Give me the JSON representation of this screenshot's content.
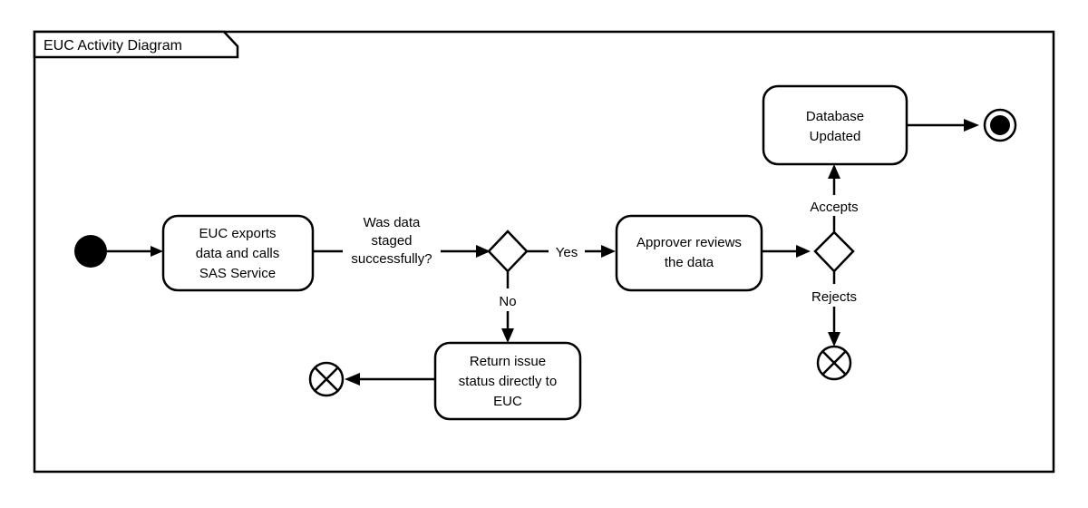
{
  "frame": {
    "title": "EUC Activity Diagram",
    "border_color": "#000000",
    "background_color": "#ffffff"
  },
  "diagram": {
    "type": "uml-activity-diagram",
    "nodes": [
      {
        "id": "start",
        "kind": "initial-node",
        "label": ""
      },
      {
        "id": "euc_export",
        "kind": "action",
        "label_lines": [
          "EUC exports",
          "data and calls",
          "SAS Service"
        ]
      },
      {
        "id": "staged_decision",
        "kind": "decision",
        "label_lines": [
          "Was data",
          "staged",
          "successfully?"
        ]
      },
      {
        "id": "approver_review",
        "kind": "action",
        "label_lines": [
          "Approver reviews",
          "the data"
        ]
      },
      {
        "id": "approval_decision",
        "kind": "decision",
        "label_lines": []
      },
      {
        "id": "database_updated",
        "kind": "action",
        "label_lines": [
          "Database",
          "Updated"
        ]
      },
      {
        "id": "end",
        "kind": "final-node",
        "label": ""
      },
      {
        "id": "return_issue",
        "kind": "action",
        "label_lines": [
          "Return issue",
          "status directly to",
          "EUC"
        ]
      },
      {
        "id": "flow_final_left",
        "kind": "flow-final",
        "label": ""
      },
      {
        "id": "flow_final_right",
        "kind": "flow-final",
        "label": ""
      }
    ],
    "edges": [
      {
        "from": "start",
        "to": "euc_export",
        "label": ""
      },
      {
        "from": "euc_export",
        "to": "staged_decision",
        "label": ""
      },
      {
        "from": "staged_decision",
        "to": "approver_review",
        "label": "Yes"
      },
      {
        "from": "staged_decision",
        "to": "return_issue",
        "label": "No"
      },
      {
        "from": "approver_review",
        "to": "approval_decision",
        "label": ""
      },
      {
        "from": "approval_decision",
        "to": "database_updated",
        "label": "Accepts"
      },
      {
        "from": "approval_decision",
        "to": "flow_final_right",
        "label": "Rejects"
      },
      {
        "from": "database_updated",
        "to": "end",
        "label": ""
      },
      {
        "from": "return_issue",
        "to": "flow_final_left",
        "label": ""
      }
    ]
  },
  "labels": {
    "euc_export_l1": "EUC exports",
    "euc_export_l2": "data and calls",
    "euc_export_l3": "SAS Service",
    "staged_q_l1": "Was data",
    "staged_q_l2": "staged",
    "staged_q_l3": "successfully?",
    "yes": "Yes",
    "no": "No",
    "approver_l1": "Approver reviews",
    "approver_l2": "the data",
    "accepts": "Accepts",
    "rejects": "Rejects",
    "db_updated_l1": "Database",
    "db_updated_l2": "Updated",
    "return_issue_l1": "Return issue",
    "return_issue_l2": "status directly to",
    "return_issue_l3": "EUC"
  }
}
